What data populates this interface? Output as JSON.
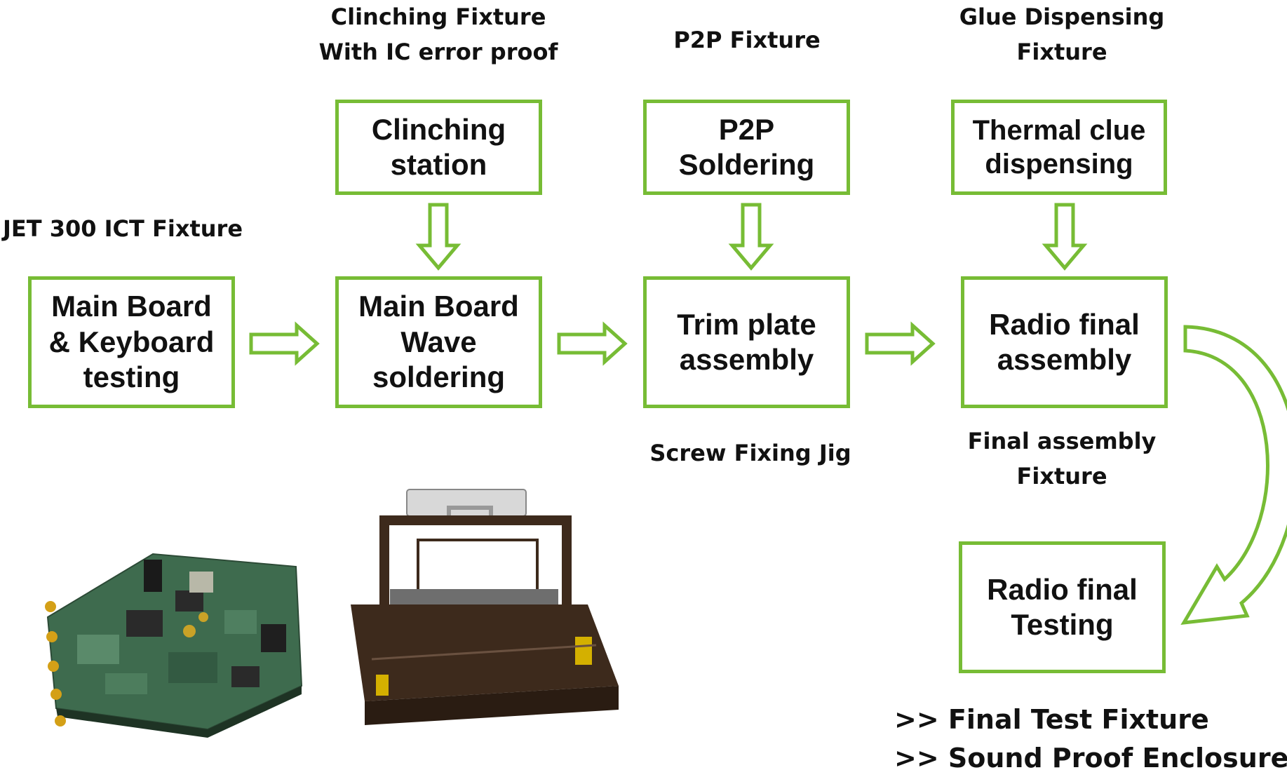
{
  "captions": {
    "jet": "JET 300 ICT Fixture",
    "clinching_fixture": "Clinching Fixture\nWith IC error proof",
    "p2p_fixture": "P2P Fixture",
    "glue_fixture": "Glue Dispensing\nFixture",
    "screw_jig": "Screw Fixing Jig",
    "final_assembly_fixture": "Final assembly\nFixture"
  },
  "boxes": {
    "main_board_testing": "Main Board\n& Keyboard\ntesting",
    "wave_soldering": "Main Board\nWave\nsoldering",
    "trim_plate": "Trim plate\nassembly",
    "radio_final_assembly": "Radio final\nassembly",
    "clinching_station": "Clinching\nstation",
    "p2p_soldering": "P2P\nSoldering",
    "thermal_clue": "Thermal clue\ndispensing",
    "radio_final_testing": "Radio final\nTesting"
  },
  "footer": {
    "line1": ">> Final Test Fixture",
    "line2": ">> Sound Proof Enclosure"
  },
  "colors": {
    "accent_green": "#77bc35",
    "text": "#111111",
    "pcb_green": "#3e6b4e",
    "fixture_brown": "#3d2a1c"
  }
}
